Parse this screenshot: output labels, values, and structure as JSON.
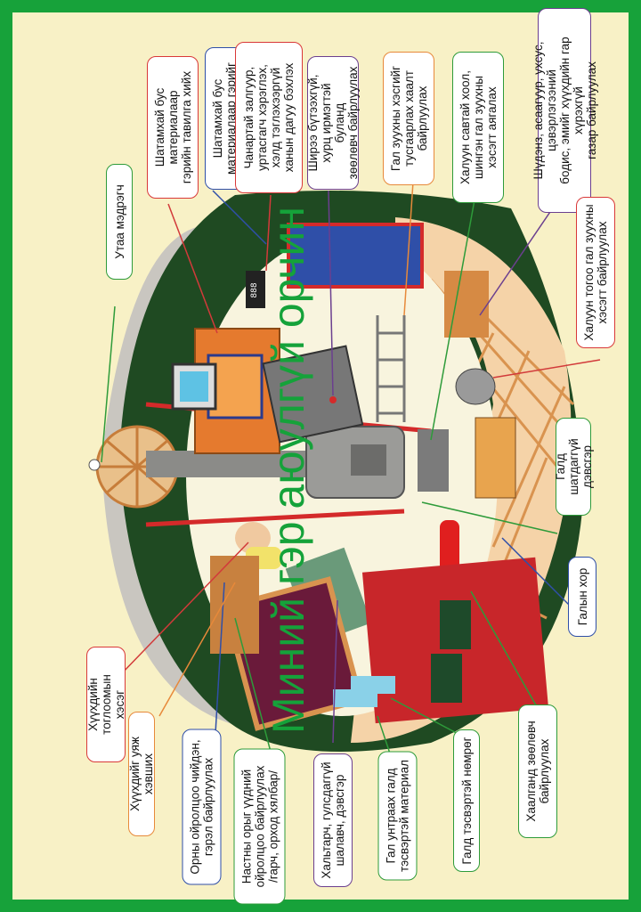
{
  "title": "Миний гэр аюулгүй орчин",
  "labels": {
    "smoke_detector": "Утаа мэдрэгч",
    "walls_non_flammable": "Шатамхай бус\nматериалаар\nгэрийн тавилга хийх",
    "interior_non_flammable": "Шатамхай бус\nматериалаар гэрийг\nдоторлох",
    "sockets": "Чанартай залгуур,\nуртасгагч хэрэглэх,\nхэлд тэглэхээргүй\nханын дагуу бэхлэх",
    "table": "Ширээ бүтээхгүй,\nхурц ирмэгтэй буланд\nзөөлөвч байрлуулах",
    "stove_guard": "Гал зуухны хэсгийг\nтусгаарлах хаалт\nбайрлуулах",
    "hot_pot": "Халуун савтай хоол,\nшингэн гал зуухны\nхэсэгт аягалах",
    "matches": "Шүдэнз, асаагуур, ухсус, цэвэрлэгээний\nбодис, эмийг хүүхдийн гар хүрэхгүй\nгазар байрлуулах",
    "hot_items": "Халуун тогоо гал зуухны\nхэсэгт байрлуулах",
    "fireproof_floor": "Галд шатдаггүй\nдэвсгэр",
    "extinguisher": "Галын хор",
    "door": "Хаалганд зөөлөвч\nбайрлуулах",
    "blanket": "Галд тэсвэртэй нөмрөг",
    "fireproof_material": "Гал унтраах галд\nтэсвэртэй материал",
    "rugs": "Хальтарч, гулсдаггүй\nшалавч, дэвсгэр",
    "sharp_near_bed": "Настны орыг үүдний\nойролцоо байрлуулах\n/гарч, орход хялбар/",
    "bed_near_child": "Орны ойролцоо чийдэн,\nгэрэл байрлуулах",
    "child_holding": "Хүүхдийг уяж хэвших",
    "child_mouth": "Хүүхдийн тоглоомын\nхэсэг"
  },
  "tv_label": "888",
  "colors": {
    "frame": "#17a23a",
    "panel": "#f8f1c6",
    "title": "#15a23a",
    "yurt_green": "#1f4a22",
    "lattice": "#f0b880",
    "door_red": "#c8262a",
    "floor": "#f8f4de"
  },
  "icons": [
    "smoke-detector-icon",
    "tv-icon",
    "stove-icon",
    "fire-extinguisher-icon",
    "pot-icon",
    "first-aid-icon",
    "baby-icon",
    "clock-icon"
  ]
}
